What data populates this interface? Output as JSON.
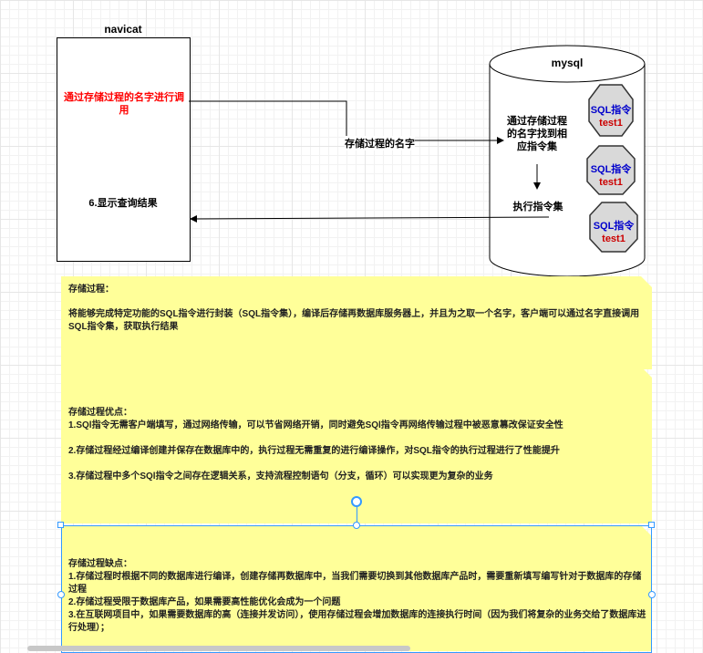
{
  "navicat": {
    "title": "navicat",
    "call_text": "通过存储过程的名字进行调用",
    "result_text": "6.显示查询结果"
  },
  "mysql": {
    "title": "mysql",
    "find_text": "通过存储过程的名字找到相应指令集",
    "exec_text": "执行指令集",
    "octagons": [
      {
        "line1": "SQL指令",
        "line2": "test1"
      },
      {
        "line1": "SQL指令",
        "line2": "test1"
      },
      {
        "line1": "SQL指令",
        "line2": "test1"
      }
    ]
  },
  "arrow_label": "存储过程的名字",
  "notes": {
    "definition_title": "存储过程：",
    "definition_body": "将能够完成特定功能的SQL指令进行封装（SQL指令集），编译后存储再数据库服务器上，并且为之取一个名字，客户端可以通过名字直接调用SQL指令集，获取执行结果",
    "pros_title": "存储过程优点：",
    "pros": [
      "1.SQl指令无需客户端填写，通过网络传输，可以节省网络开销，同时避免SQl指令再网络传输过程中被恶意篡改保证安全性",
      "2.存储过程经过编译创建并保存在数据库中的，执行过程无需重复的进行编译操作，对SQL指令的执行过程进行了性能提升",
      "3.存储过程中多个SQl指令之间存在逻辑关系，支持流程控制语句（分支，循环）可以实现更为复杂的业务"
    ],
    "cons_title": "存储过程缺点：",
    "cons": [
      "1.存储过程时根据不同的数据库进行编译，创建存储再数据库中，当我们需要切换到其他数据库产品时，需要重新填写编写针对于数据库的存储过程",
      "2.存储过程受限于数据库产品，如果需要高性能优化会成为一个问题",
      "3.在互联网项目中，如果需要数据库的高（连接并发访问），使用存储过程会增加数据库的连接执行时间（因为我们将复杂的业务交给了数据库进行处理）；"
    ]
  },
  "colors": {
    "note_bg": "#ffff99",
    "octagon_fill": "#d9d9d9",
    "selection": "#3399ff",
    "red_text": "#ff0000"
  }
}
